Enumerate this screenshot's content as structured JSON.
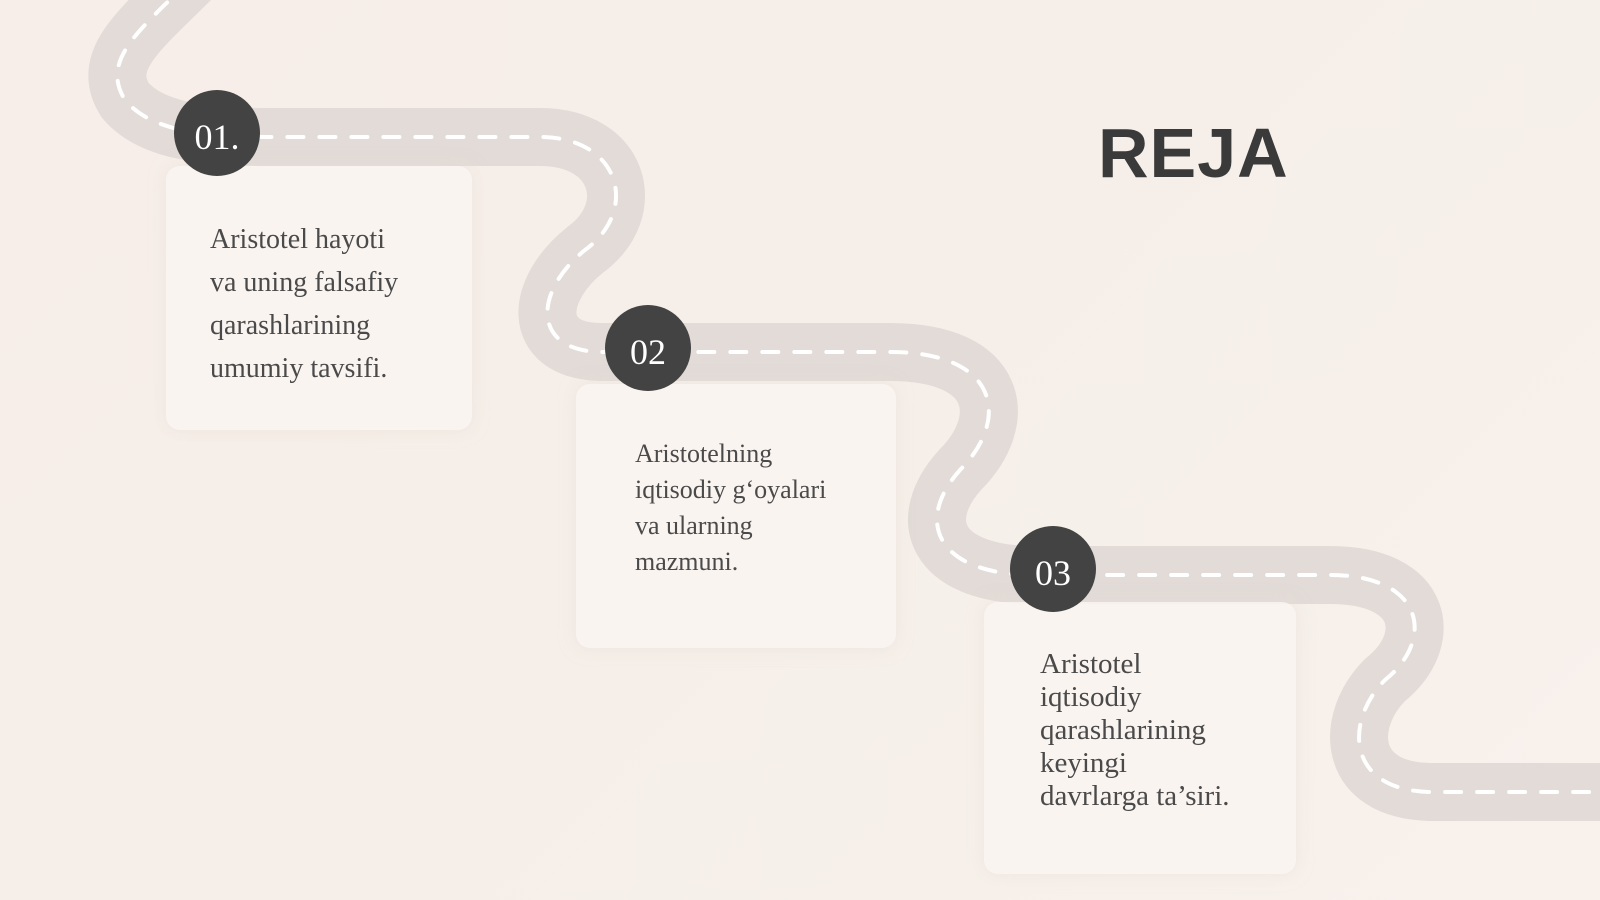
{
  "slide": {
    "title": "REJA",
    "steps": [
      {
        "number": "01.",
        "text": "Aristotel hayoti\nva uning falsafiy\nqarashlarining\numumiy tavsifi."
      },
      {
        "number": "02",
        "text": "Aristotelning\niqtisodiy g‘oyalari\nva ularning\nmazmuni."
      },
      {
        "number": "03",
        "text": "Aristotel\niqtisodiy\nqarashlarining\nkeyingi\ndavrlarga ta’siri."
      }
    ]
  },
  "colors": {
    "background": "#f7efea",
    "road": "#e2dbd7",
    "road_dashes": "#ffffff",
    "badge": "#434343",
    "title": "#3a3a3a",
    "text": "#4a4a4a"
  }
}
